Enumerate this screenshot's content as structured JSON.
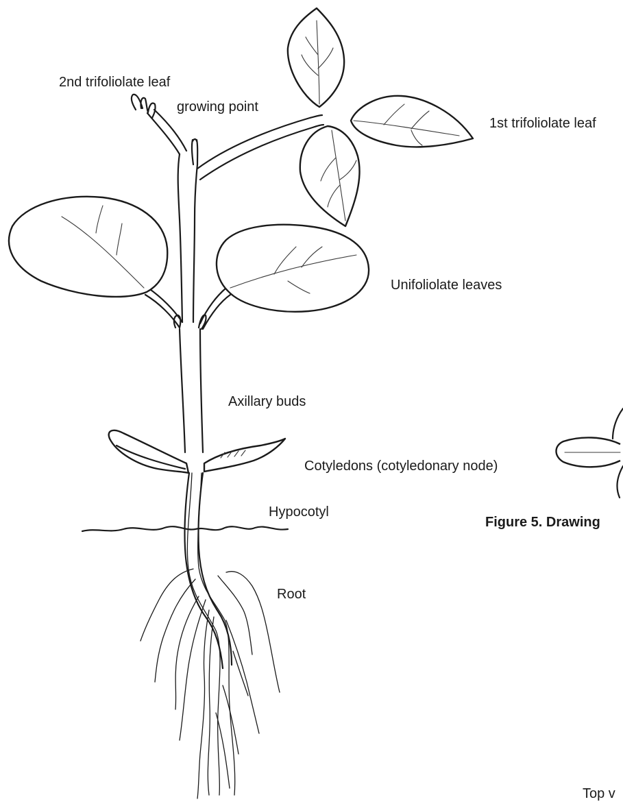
{
  "labels": {
    "second_trifoliolate": "2nd trifoliolate leaf",
    "growing_point": "growing point",
    "first_trifoliolate": "1st trifoliolate leaf",
    "unifoliolate": "Unifoliolate leaves",
    "axillary_buds": "Axillary buds",
    "cotyledons": "Cotyledons (cotyledonary node)",
    "hypocotyl": "Hypocotyl",
    "root": "Root"
  },
  "figure_caption": "Figure 5. Drawing",
  "top_view_label": "Top v"
}
